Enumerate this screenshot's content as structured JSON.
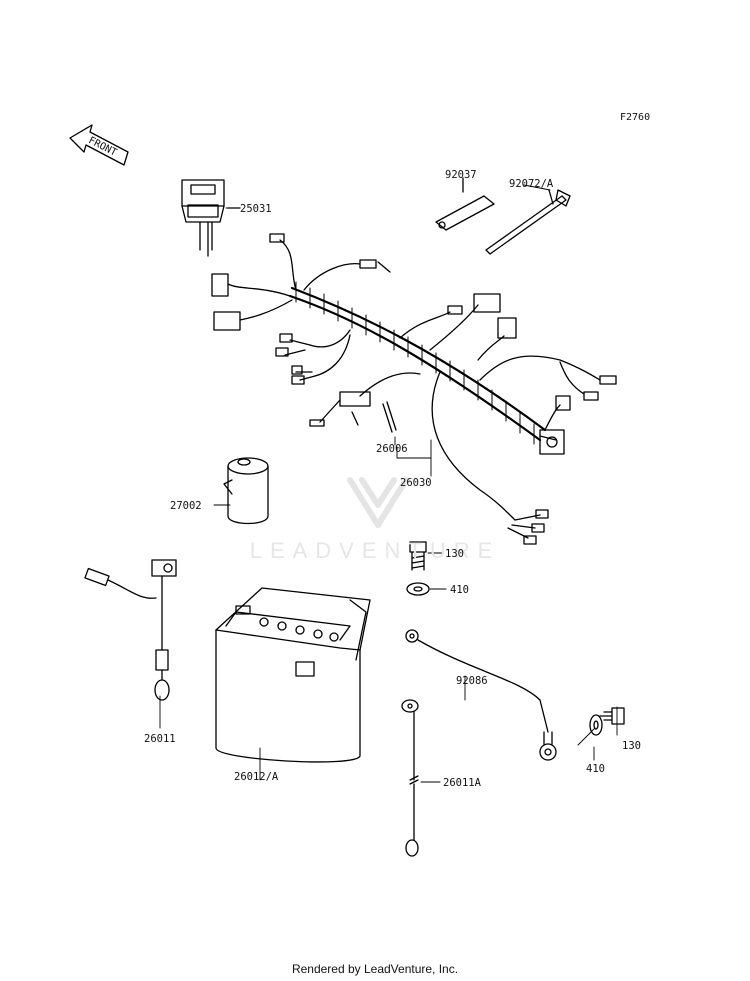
{
  "figure_code": "F2760",
  "front_label": "FRONT",
  "watermark": "LEADVENTURE",
  "footer": "Rendered by LeadVenture, Inc.",
  "parts": {
    "p25031": "25031",
    "p92037": "92037",
    "p92072A": "92072/A",
    "p26006": "26006",
    "p26030": "26030",
    "p27002": "27002",
    "p130a": "130",
    "p410a": "410",
    "p26011": "26011",
    "p26012A": "26012/A",
    "p92086": "92086",
    "p130b": "130",
    "p410b": "410",
    "p26011A": "26011A"
  }
}
